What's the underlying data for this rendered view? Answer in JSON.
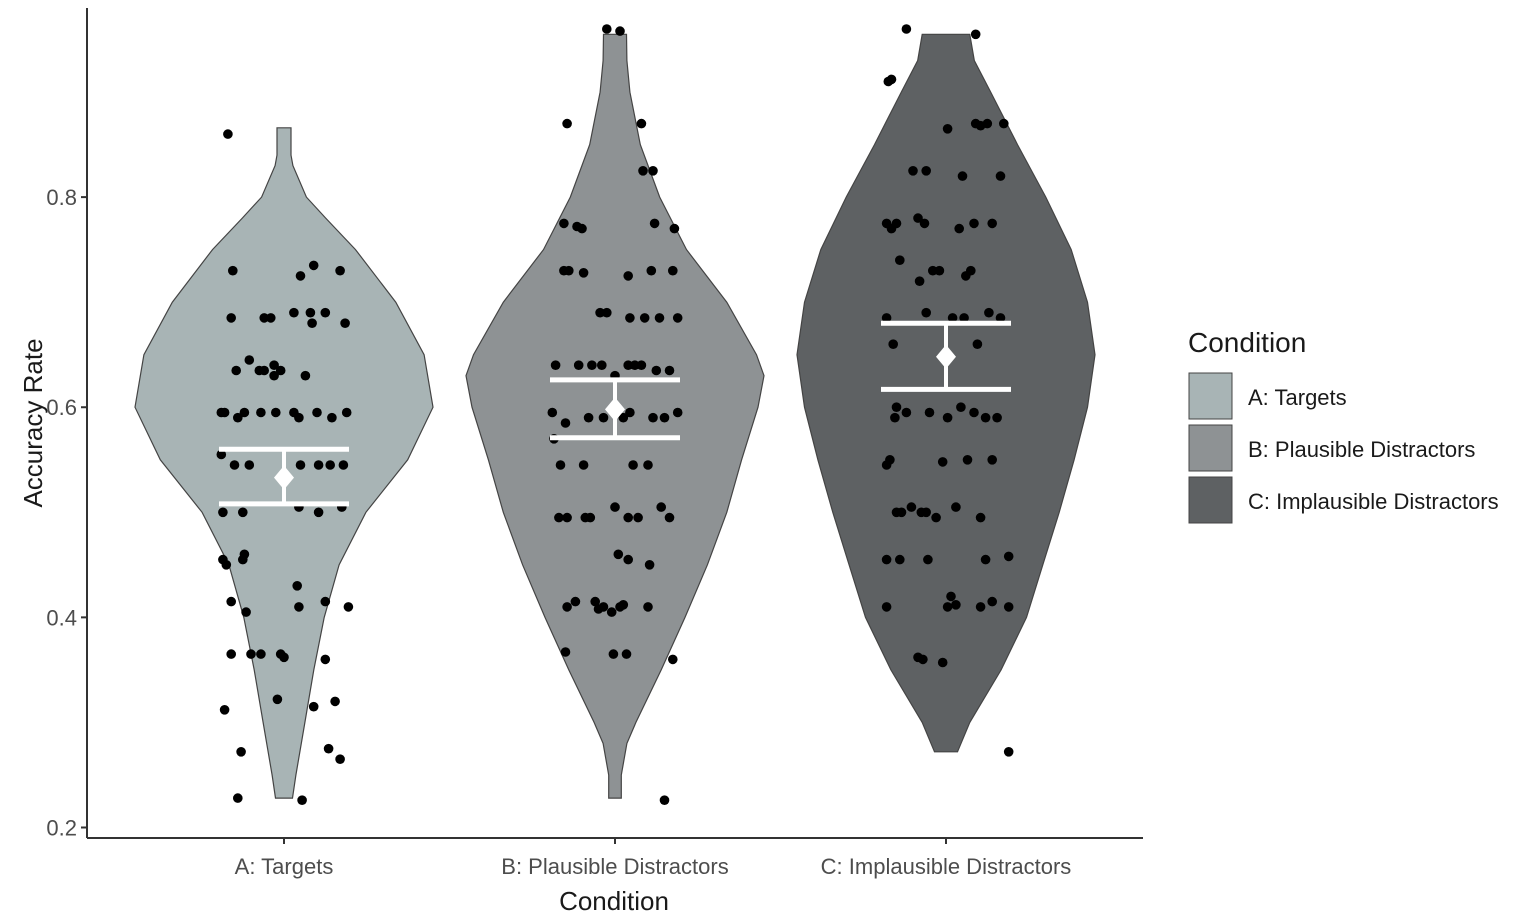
{
  "chart_data": {
    "type": "violin",
    "categories": [
      "A: Targets",
      "B: Plausible Distractors",
      "C: Implausible Distractors"
    ],
    "xlabel": "Condition",
    "ylabel": "Accuracy Rate",
    "ylim": [
      0.19,
      0.98
    ],
    "yticks": [
      0.2,
      0.4,
      0.6,
      0.8
    ],
    "ytick_labels": [
      "0.2",
      "0.4",
      "0.6",
      "0.8"
    ],
    "grid": false,
    "legend": {
      "title": "Condition",
      "position": "right",
      "entries": [
        "A: Targets",
        "B: Plausible Distractors",
        "C: Implausible Distractors"
      ]
    },
    "colors": [
      "#a8b4b5",
      "#8e9294",
      "#5e6163"
    ],
    "summary": [
      {
        "category": "A: Targets",
        "mean": 0.533,
        "ci_low": 0.508,
        "ci_high": 0.56
      },
      {
        "category": "B: Plausible Distractors",
        "mean": 0.598,
        "ci_low": 0.571,
        "ci_high": 0.626
      },
      {
        "category": "C: Implausible Distractors",
        "mean": 0.648,
        "ci_low": 0.617,
        "ci_high": 0.68
      }
    ],
    "violins": [
      {
        "category": "A: Targets",
        "profile": [
          [
            0.228,
            0.057
          ],
          [
            0.25,
            0.08
          ],
          [
            0.3,
            0.14
          ],
          [
            0.35,
            0.2
          ],
          [
            0.4,
            0.27
          ],
          [
            0.45,
            0.37
          ],
          [
            0.5,
            0.55
          ],
          [
            0.55,
            0.83
          ],
          [
            0.6,
            1.0
          ],
          [
            0.65,
            0.94
          ],
          [
            0.7,
            0.75
          ],
          [
            0.75,
            0.48
          ],
          [
            0.78,
            0.28
          ],
          [
            0.8,
            0.15
          ],
          [
            0.83,
            0.06
          ],
          [
            0.84,
            0.047
          ],
          [
            0.866,
            0.047
          ]
        ]
      },
      {
        "category": "B: Plausible Distractors",
        "profile": [
          [
            0.228,
            0.042
          ],
          [
            0.25,
            0.042
          ],
          [
            0.28,
            0.08
          ],
          [
            0.3,
            0.14
          ],
          [
            0.35,
            0.31
          ],
          [
            0.4,
            0.47
          ],
          [
            0.45,
            0.62
          ],
          [
            0.5,
            0.75
          ],
          [
            0.55,
            0.85
          ],
          [
            0.6,
            0.96
          ],
          [
            0.63,
            1.0
          ],
          [
            0.65,
            0.95
          ],
          [
            0.7,
            0.75
          ],
          [
            0.75,
            0.48
          ],
          [
            0.8,
            0.3
          ],
          [
            0.85,
            0.17
          ],
          [
            0.9,
            0.1
          ],
          [
            0.93,
            0.08
          ],
          [
            0.955,
            0.077
          ]
        ]
      },
      {
        "category": "C: Implausible Distractors",
        "profile": [
          [
            0.272,
            0.077
          ],
          [
            0.3,
            0.16
          ],
          [
            0.35,
            0.37
          ],
          [
            0.4,
            0.54
          ],
          [
            0.45,
            0.65
          ],
          [
            0.5,
            0.76
          ],
          [
            0.55,
            0.86
          ],
          [
            0.6,
            0.95
          ],
          [
            0.65,
            1.0
          ],
          [
            0.7,
            0.95
          ],
          [
            0.75,
            0.84
          ],
          [
            0.8,
            0.67
          ],
          [
            0.85,
            0.48
          ],
          [
            0.9,
            0.3
          ],
          [
            0.93,
            0.19
          ],
          [
            0.955,
            0.16
          ]
        ]
      }
    ],
    "points": [
      {
        "category": "A: Targets",
        "points": [
          [
            -0.34,
            0.86
          ],
          [
            -0.31,
            0.73
          ],
          [
            -0.32,
            0.685
          ],
          [
            -0.29,
            0.635
          ],
          [
            -0.21,
            0.645
          ],
          [
            -0.15,
            0.635
          ],
          [
            -0.12,
            0.635
          ],
          [
            -0.12,
            0.685
          ],
          [
            -0.08,
            0.685
          ],
          [
            -0.06,
            0.64
          ],
          [
            -0.06,
            0.63
          ],
          [
            -0.02,
            0.635
          ],
          [
            0.06,
            0.69
          ],
          [
            0.1,
            0.725
          ],
          [
            0.13,
            0.63
          ],
          [
            0.16,
            0.69
          ],
          [
            0.18,
            0.735
          ],
          [
            0.17,
            0.68
          ],
          [
            0.25,
            0.69
          ],
          [
            0.34,
            0.73
          ],
          [
            0.37,
            0.68
          ],
          [
            -0.38,
            0.595
          ],
          [
            -0.36,
            0.595
          ],
          [
            -0.28,
            0.59
          ],
          [
            -0.24,
            0.595
          ],
          [
            -0.14,
            0.595
          ],
          [
            -0.05,
            0.595
          ],
          [
            0.06,
            0.595
          ],
          [
            0.09,
            0.59
          ],
          [
            0.2,
            0.595
          ],
          [
            0.29,
            0.59
          ],
          [
            0.38,
            0.595
          ],
          [
            -0.38,
            0.555
          ],
          [
            -0.3,
            0.545
          ],
          [
            -0.21,
            0.545
          ],
          [
            0.1,
            0.545
          ],
          [
            0.21,
            0.545
          ],
          [
            0.28,
            0.545
          ],
          [
            0.36,
            0.545
          ],
          [
            -0.37,
            0.5
          ],
          [
            -0.25,
            0.5
          ],
          [
            0.09,
            0.505
          ],
          [
            0.21,
            0.5
          ],
          [
            0.35,
            0.505
          ],
          [
            -0.37,
            0.455
          ],
          [
            -0.35,
            0.45
          ],
          [
            -0.25,
            0.455
          ],
          [
            -0.24,
            0.46
          ],
          [
            -0.32,
            0.415
          ],
          [
            -0.23,
            0.405
          ],
          [
            0.09,
            0.41
          ],
          [
            0.08,
            0.43
          ],
          [
            0.25,
            0.415
          ],
          [
            0.39,
            0.41
          ],
          [
            -0.32,
            0.365
          ],
          [
            -0.2,
            0.365
          ],
          [
            -0.14,
            0.365
          ],
          [
            -0.02,
            0.365
          ],
          [
            0.0,
            0.362
          ],
          [
            0.25,
            0.36
          ],
          [
            -0.04,
            0.322
          ],
          [
            -0.36,
            0.312
          ],
          [
            0.18,
            0.315
          ],
          [
            0.31,
            0.32
          ],
          [
            -0.26,
            0.272
          ],
          [
            0.27,
            0.275
          ],
          [
            0.34,
            0.265
          ],
          [
            -0.28,
            0.228
          ],
          [
            0.11,
            0.226
          ]
        ]
      },
      {
        "category": "B: Plausible Distractors",
        "points": [
          [
            -0.05,
            0.96
          ],
          [
            0.03,
            0.958
          ],
          [
            -0.29,
            0.87
          ],
          [
            0.16,
            0.87
          ],
          [
            0.17,
            0.825
          ],
          [
            0.23,
            0.825
          ],
          [
            0.24,
            0.775
          ],
          [
            -0.31,
            0.775
          ],
          [
            -0.23,
            0.772
          ],
          [
            -0.2,
            0.77
          ],
          [
            0.36,
            0.77
          ],
          [
            -0.31,
            0.73
          ],
          [
            -0.28,
            0.73
          ],
          [
            -0.19,
            0.728
          ],
          [
            0.08,
            0.725
          ],
          [
            0.22,
            0.73
          ],
          [
            0.35,
            0.73
          ],
          [
            -0.09,
            0.69
          ],
          [
            -0.05,
            0.69
          ],
          [
            0.09,
            0.685
          ],
          [
            0.18,
            0.685
          ],
          [
            0.27,
            0.685
          ],
          [
            0.38,
            0.685
          ],
          [
            -0.36,
            0.64
          ],
          [
            -0.22,
            0.64
          ],
          [
            -0.14,
            0.64
          ],
          [
            -0.08,
            0.64
          ],
          [
            0.0,
            0.63
          ],
          [
            0.08,
            0.64
          ],
          [
            0.12,
            0.64
          ],
          [
            0.16,
            0.64
          ],
          [
            0.25,
            0.635
          ],
          [
            0.33,
            0.635
          ],
          [
            -0.38,
            0.595
          ],
          [
            -0.3,
            0.585
          ],
          [
            -0.16,
            0.59
          ],
          [
            -0.07,
            0.59
          ],
          [
            0.05,
            0.59
          ],
          [
            0.09,
            0.595
          ],
          [
            0.23,
            0.59
          ],
          [
            0.3,
            0.59
          ],
          [
            0.38,
            0.595
          ],
          [
            -0.37,
            0.57
          ],
          [
            -0.33,
            0.545
          ],
          [
            -0.19,
            0.545
          ],
          [
            0.11,
            0.545
          ],
          [
            0.2,
            0.545
          ],
          [
            -0.34,
            0.495
          ],
          [
            -0.29,
            0.495
          ],
          [
            -0.18,
            0.495
          ],
          [
            -0.15,
            0.495
          ],
          [
            0.0,
            0.505
          ],
          [
            0.08,
            0.495
          ],
          [
            0.14,
            0.495
          ],
          [
            0.28,
            0.505
          ],
          [
            0.33,
            0.495
          ],
          [
            -0.29,
            0.41
          ],
          [
            -0.24,
            0.415
          ],
          [
            -0.12,
            0.415
          ],
          [
            -0.1,
            0.408
          ],
          [
            -0.07,
            0.41
          ],
          [
            -0.02,
            0.405
          ],
          [
            0.03,
            0.41
          ],
          [
            0.05,
            0.412
          ],
          [
            0.2,
            0.41
          ],
          [
            0.02,
            0.46
          ],
          [
            0.08,
            0.455
          ],
          [
            0.21,
            0.45
          ],
          [
            -0.3,
            0.367
          ],
          [
            -0.01,
            0.365
          ],
          [
            0.07,
            0.365
          ],
          [
            0.35,
            0.36
          ],
          [
            0.3,
            0.226
          ]
        ]
      },
      {
        "category": "C: Implausible Distractors",
        "points": [
          [
            -0.24,
            0.96
          ],
          [
            -0.35,
            0.91
          ],
          [
            -0.33,
            0.912
          ],
          [
            0.18,
            0.955
          ],
          [
            0.18,
            0.87
          ],
          [
            0.21,
            0.868
          ],
          [
            0.25,
            0.87
          ],
          [
            0.35,
            0.87
          ],
          [
            0.01,
            0.865
          ],
          [
            -0.3,
            0.775
          ],
          [
            -0.33,
            0.77
          ],
          [
            -0.36,
            0.775
          ],
          [
            -0.2,
            0.825
          ],
          [
            -0.12,
            0.825
          ],
          [
            -0.17,
            0.78
          ],
          [
            -0.13,
            0.775
          ],
          [
            0.1,
            0.82
          ],
          [
            0.33,
            0.82
          ],
          [
            0.28,
            0.775
          ],
          [
            0.08,
            0.77
          ],
          [
            0.17,
            0.775
          ],
          [
            -0.28,
            0.74
          ],
          [
            -0.16,
            0.72
          ],
          [
            -0.08,
            0.73
          ],
          [
            -0.04,
            0.73
          ],
          [
            0.12,
            0.725
          ],
          [
            0.15,
            0.73
          ],
          [
            -0.36,
            0.685
          ],
          [
            -0.12,
            0.69
          ],
          [
            0.04,
            0.685
          ],
          [
            0.11,
            0.685
          ],
          [
            0.26,
            0.69
          ],
          [
            0.33,
            0.685
          ],
          [
            -0.32,
            0.66
          ],
          [
            0.19,
            0.66
          ],
          [
            -0.3,
            0.6
          ],
          [
            -0.31,
            0.59
          ],
          [
            -0.24,
            0.595
          ],
          [
            -0.1,
            0.595
          ],
          [
            0.01,
            0.59
          ],
          [
            0.09,
            0.6
          ],
          [
            0.17,
            0.595
          ],
          [
            0.24,
            0.59
          ],
          [
            0.31,
            0.59
          ],
          [
            -0.34,
            0.55
          ],
          [
            -0.36,
            0.545
          ],
          [
            -0.02,
            0.548
          ],
          [
            0.13,
            0.55
          ],
          [
            0.28,
            0.55
          ],
          [
            -0.3,
            0.5
          ],
          [
            -0.27,
            0.5
          ],
          [
            -0.21,
            0.505
          ],
          [
            -0.15,
            0.5
          ],
          [
            -0.12,
            0.5
          ],
          [
            -0.06,
            0.495
          ],
          [
            0.06,
            0.505
          ],
          [
            0.21,
            0.495
          ],
          [
            -0.36,
            0.455
          ],
          [
            -0.28,
            0.455
          ],
          [
            -0.11,
            0.455
          ],
          [
            0.24,
            0.455
          ],
          [
            0.38,
            0.458
          ],
          [
            -0.36,
            0.41
          ],
          [
            0.03,
            0.42
          ],
          [
            0.06,
            0.412
          ],
          [
            0.01,
            0.41
          ],
          [
            0.21,
            0.41
          ],
          [
            0.28,
            0.415
          ],
          [
            0.38,
            0.41
          ],
          [
            -0.17,
            0.362
          ],
          [
            -0.14,
            0.36
          ],
          [
            -0.02,
            0.357
          ],
          [
            0.38,
            0.272
          ]
        ]
      }
    ]
  }
}
